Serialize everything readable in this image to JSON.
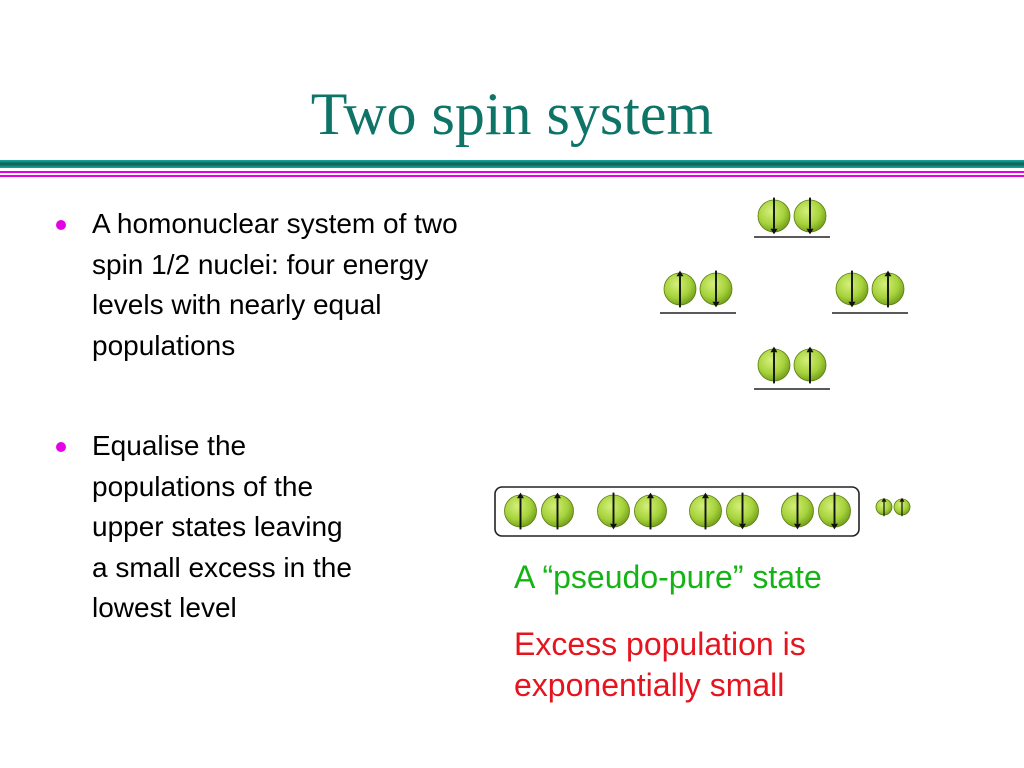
{
  "slide": {
    "title": "Two spin system",
    "colors": {
      "title": "#0e7468",
      "rule_teal": "#1a8a80",
      "rule_magenta": "#e600e6",
      "bullet": "#e600e6",
      "nucleus_fill": "#a6d23b",
      "caption_green": "#14b414",
      "caption_red": "#e6141e"
    }
  },
  "bullets": [
    {
      "lines": [
        "A homonuclear system of two",
        "spin 1/2 nuclei: four energy",
        "levels with nearly equal",
        "populations"
      ]
    },
    {
      "lines": [
        "Equalise the",
        "populations of the",
        "upper states leaving",
        "a small excess in the",
        "lowest level"
      ]
    }
  ],
  "captions": {
    "pseudo_pure": "A “pseudo-pure” state",
    "excess_line1": "Excess population is",
    "excess_line2": "exponentially small"
  },
  "diagram": {
    "energy_levels": [
      {
        "level": "top",
        "spins": [
          "down",
          "down"
        ]
      },
      {
        "level": "middle-left",
        "spins": [
          "up",
          "down"
        ]
      },
      {
        "level": "middle-right",
        "spins": [
          "down",
          "up"
        ]
      },
      {
        "level": "bottom",
        "spins": [
          "up",
          "up"
        ]
      }
    ],
    "box_states": [
      [
        "up",
        "up"
      ],
      [
        "down",
        "up"
      ],
      [
        "up",
        "down"
      ],
      [
        "down",
        "down"
      ]
    ],
    "excess_state": [
      "up",
      "up"
    ],
    "icon": "nucleus-spin-icon"
  }
}
